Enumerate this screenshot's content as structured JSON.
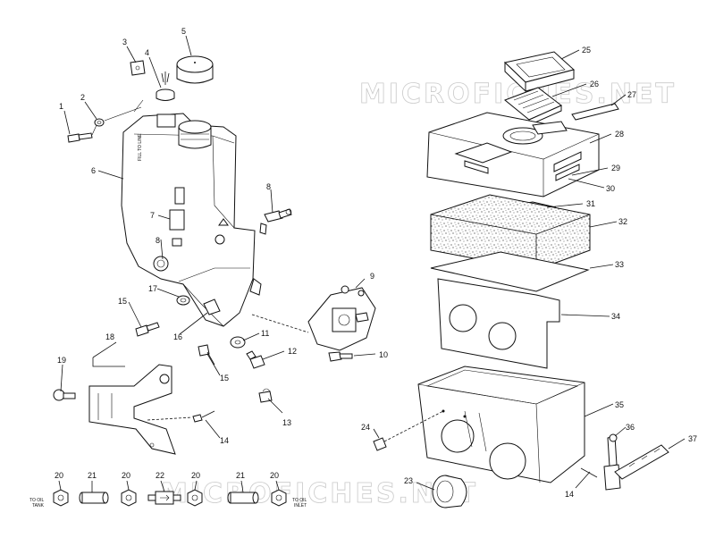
{
  "watermark": {
    "text": "MICROFICHES.NET"
  },
  "callouts": {
    "c1": "1",
    "c2": "2",
    "c3": "3",
    "c4": "4",
    "c5": "5",
    "c6": "6",
    "c7": "7",
    "c8a": "8",
    "c8b": "8",
    "c9": "9",
    "c10": "10",
    "c11": "11",
    "c12": "12",
    "c13": "13",
    "c14a": "14",
    "c14b": "14",
    "c15a": "15",
    "c15b": "15",
    "c16": "16",
    "c17": "17",
    "c18": "18",
    "c19": "19",
    "c20a": "20",
    "c20b": "20",
    "c20c": "20",
    "c20d": "20",
    "c21a": "21",
    "c21b": "21",
    "c22": "22",
    "c23": "23",
    "c24": "24",
    "c25": "25",
    "c26": "26",
    "c27": "27",
    "c28": "28",
    "c29": "29",
    "c30": "30",
    "c31": "31",
    "c32": "32",
    "c33": "33",
    "c34": "34",
    "c35": "35",
    "c36": "36",
    "c37": "37"
  },
  "hose_labels": {
    "left_line1": "TO OIL",
    "left_line2": "TANK",
    "right_line1": "TO OIL",
    "right_line2": "INLET"
  },
  "tank_label": {
    "text": "FILL TO LINE"
  }
}
